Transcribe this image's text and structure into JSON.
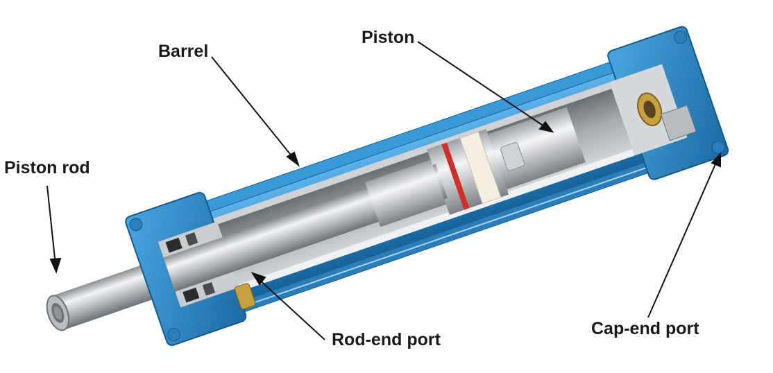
{
  "labels": {
    "barrel": "Barrel",
    "piston": "Piston",
    "piston_rod": "Piston rod",
    "rod_end_port": "Rod-end port",
    "cap_end_port": "Cap-end port"
  },
  "colors": {
    "housing_blue": "#2d8fd0",
    "housing_dark": "#1e6fa8",
    "steel": "#b8bcc0",
    "seal_red": "#d0302a",
    "brass": "#c8a040"
  }
}
